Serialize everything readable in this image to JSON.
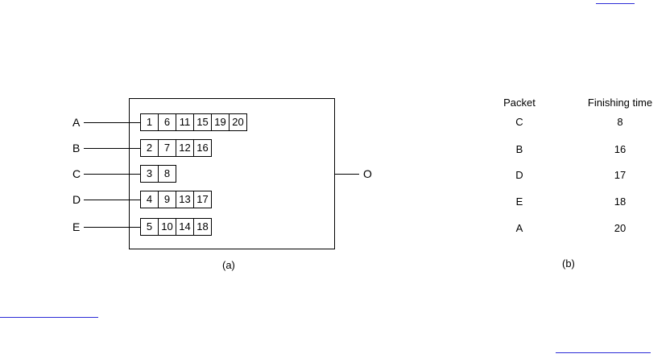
{
  "figure_a": {
    "inputs": [
      {
        "label": "A",
        "packets": [
          "1",
          "6",
          "11",
          "15",
          "19",
          "20"
        ]
      },
      {
        "label": "B",
        "packets": [
          "2",
          "7",
          "12",
          "16"
        ]
      },
      {
        "label": "C",
        "packets": [
          "3",
          "8"
        ]
      },
      {
        "label": "D",
        "packets": [
          "4",
          "9",
          "13",
          "17"
        ]
      },
      {
        "label": "E",
        "packets": [
          "5",
          "10",
          "14",
          "18"
        ]
      }
    ],
    "output_label": "O",
    "caption": "(a)"
  },
  "figure_b": {
    "headers": [
      "Packet",
      "Finishing time"
    ],
    "rows": [
      {
        "packet": "C",
        "time": "8"
      },
      {
        "packet": "B",
        "time": "16"
      },
      {
        "packet": "D",
        "time": "17"
      },
      {
        "packet": "E",
        "time": "18"
      },
      {
        "packet": "A",
        "time": "20"
      }
    ],
    "caption": "(b)"
  }
}
